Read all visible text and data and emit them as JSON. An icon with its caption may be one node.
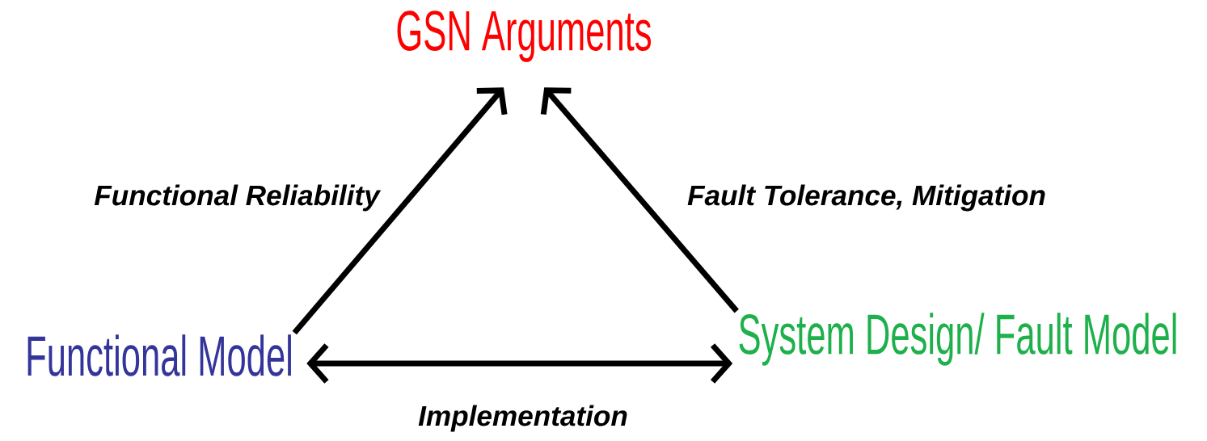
{
  "diagram": {
    "nodes": [
      {
        "text": [
          "GSN Arguments"
        ]
      },
      {
        "text": [
          "Functional Model"
        ]
      },
      {
        "text": [
          "System Design/ Fault Model"
        ]
      }
    ],
    "edges": [
      {
        "from": 1,
        "to": 0,
        "arrow": "to",
        "label": "Functional Reliability"
      },
      {
        "from": 2,
        "to": 0,
        "arrow": "to",
        "label": "Fault Tolerance, Mitigation"
      },
      {
        "from": 1,
        "to": 2,
        "arrow": "both",
        "label": "Implementation"
      }
    ]
  }
}
